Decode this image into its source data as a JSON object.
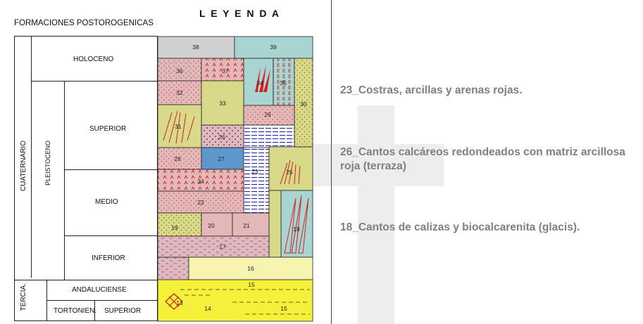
{
  "header": {
    "left_title": "FORMACIONES POSTOROGENICAS",
    "legend_title": "L E Y E N D A"
  },
  "periods": {
    "cuaternario": "CUATERNARIO",
    "pleistoceno": "PLEISTOCENO",
    "tercia": "TERCIA."
  },
  "stages": {
    "holoceno": "HOLOCENO",
    "superior": "SUPERIOR",
    "medio": "MEDIO",
    "inferior": "INFERIOR",
    "andaluciense": "ANDALUCIENSE",
    "tortonien": "TORTONIEN.",
    "tortonien_superior": "SUPERIOR"
  },
  "units": {
    "u38": "38",
    "u39": "39",
    "u36": "36",
    "u37": "37",
    "u34": "34",
    "u35": "35",
    "u32": "32",
    "u33": "33",
    "u30": "30",
    "u29": "29",
    "u31": "31",
    "u26": "26",
    "u28": "28",
    "u27": "27",
    "u25": "25",
    "u23": "23",
    "u24": "24",
    "u22": "22",
    "u19": "19",
    "u20": "20",
    "u21": "21",
    "u18": "18",
    "u17": "17",
    "u16": "16",
    "u15": "15",
    "u15b": "15",
    "u14": "14",
    "u13": "13"
  },
  "colors": {
    "gray": "#d0d0d0",
    "teal": "#a8d4d2",
    "pink": "#e4b8b8",
    "olive": "#d9d98a",
    "blue": "#5d97cc",
    "lightyellow": "#f7f4b0",
    "yellow": "#f5f03a",
    "stripes": "#1b1bb0",
    "red": "#d62020"
  },
  "legend": {
    "item_23": "23_Costras, arcillas y arenas rojas.",
    "item_26": "26_Cantos calcáreos redondeados con matriz arcillosa roja (terraza)",
    "item_18": "18_Cantos de calizas y biocalcarenita (glacis)."
  }
}
